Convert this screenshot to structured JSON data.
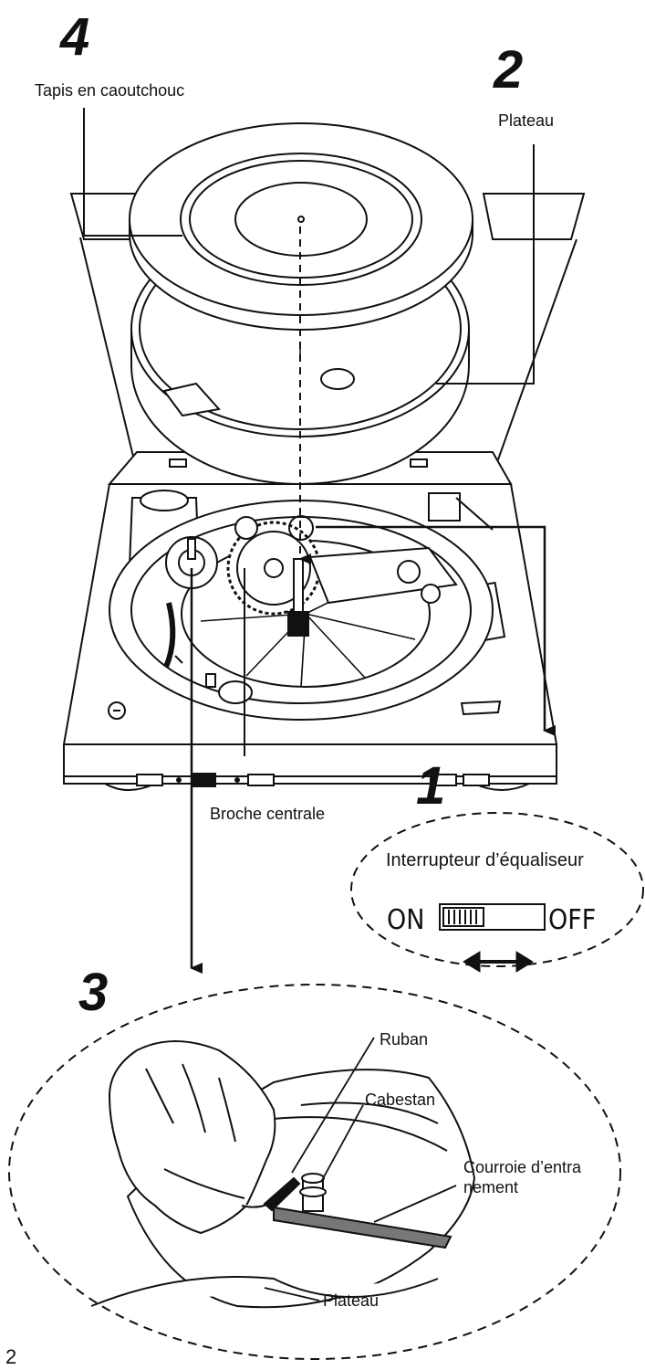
{
  "steps": {
    "step1": "1",
    "step2": "2",
    "step3": "3",
    "step4": "4"
  },
  "labels": {
    "rubber_mat": "Tapis en caoutchouc",
    "platter_top": "Plateau",
    "center_spindle": "Broche centrale",
    "ribbon": "Ruban",
    "capstan": "Cabestan",
    "drive_belt_line1": "Courroie d’entra",
    "drive_belt_line2": "nement",
    "platter_bottom": "Plateau"
  },
  "equalizer_callout": {
    "title": "Interrupteur d’équaliseur",
    "on_label": "ON",
    "off_label": "OFF"
  },
  "page_number": "2"
}
